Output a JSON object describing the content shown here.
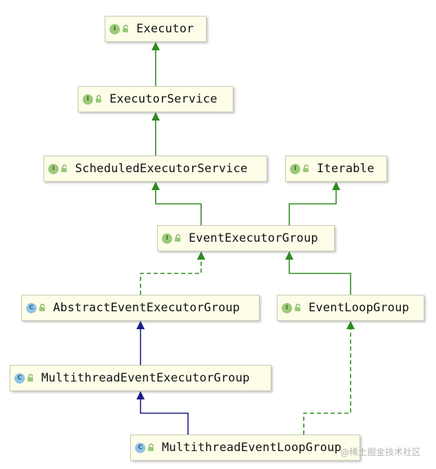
{
  "nodes": [
    {
      "id": "executor",
      "name": "Executor",
      "kind": "interface"
    },
    {
      "id": "executor_service",
      "name": "ExecutorService",
      "kind": "interface"
    },
    {
      "id": "scheduled_executor_service",
      "name": "ScheduledExecutorService",
      "kind": "interface"
    },
    {
      "id": "iterable",
      "name": "Iterable",
      "kind": "interface"
    },
    {
      "id": "event_executor_group",
      "name": "EventExecutorGroup",
      "kind": "interface"
    },
    {
      "id": "abstract_event_executor_group",
      "name": "AbstractEventExecutorGroup",
      "kind": "abstract-class"
    },
    {
      "id": "event_loop_group",
      "name": "EventLoopGroup",
      "kind": "interface"
    },
    {
      "id": "multithread_event_executor_group",
      "name": "MultithreadEventExecutorGroup",
      "kind": "abstract-class"
    },
    {
      "id": "multithread_event_loop_group",
      "name": "MultithreadEventLoopGroup",
      "kind": "abstract-class"
    }
  ],
  "edges": [
    {
      "from": "executor_service",
      "to": "executor",
      "relation": "extends"
    },
    {
      "from": "scheduled_executor_service",
      "to": "executor_service",
      "relation": "extends"
    },
    {
      "from": "event_executor_group",
      "to": "scheduled_executor_service",
      "relation": "extends"
    },
    {
      "from": "event_executor_group",
      "to": "iterable",
      "relation": "extends"
    },
    {
      "from": "abstract_event_executor_group",
      "to": "event_executor_group",
      "relation": "implements"
    },
    {
      "from": "event_loop_group",
      "to": "event_executor_group",
      "relation": "extends"
    },
    {
      "from": "multithread_event_executor_group",
      "to": "abstract_event_executor_group",
      "relation": "class-extends"
    },
    {
      "from": "multithread_event_loop_group",
      "to": "multithread_event_executor_group",
      "relation": "class-extends"
    },
    {
      "from": "multithread_event_loop_group",
      "to": "event_loop_group",
      "relation": "implements"
    }
  ],
  "badges": {
    "interface": "I",
    "abstract_class": "C"
  },
  "colors": {
    "extends_edge": "#2e8b1f",
    "class_extends_edge": "#1b1b8a",
    "implements_edge": "#2e8b1f",
    "node_fill": "#fdfde8",
    "interface_badge": "#9bc97a",
    "class_badge": "#8fc4e6"
  },
  "watermark": "@稀土掘金技术社区"
}
